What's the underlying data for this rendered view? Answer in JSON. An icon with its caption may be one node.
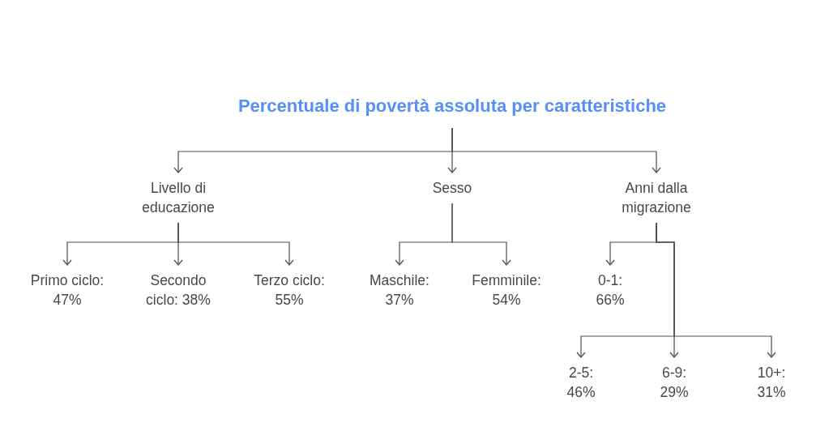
{
  "diagram": {
    "nodes": [
      {
        "text": [
          "Percentuale di povertà assoluta per caratteristiche"
        ]
      },
      {
        "text": [
          "Livello di educazione"
        ]
      },
      {
        "text": [
          "Sesso"
        ]
      },
      {
        "text": [
          "Anni dalla migrazione"
        ]
      },
      {
        "text": [
          "Primo ciclo: 47%"
        ]
      },
      {
        "text": [
          "Secondo ciclo: 38%"
        ]
      },
      {
        "text": [
          "Terzo ciclo: 55%"
        ]
      },
      {
        "text": [
          "Maschile: 37%"
        ]
      },
      {
        "text": [
          "Femminile: 54%"
        ]
      },
      {
        "text": [
          "0-1: 66%"
        ]
      },
      {
        "text": [
          "2-5: 46%"
        ]
      },
      {
        "text": [
          "6-9: 29%"
        ]
      },
      {
        "text": [
          "10+: 31%"
        ]
      }
    ],
    "edges": [
      {
        "from": 0,
        "to": 1,
        "arrow": "to"
      },
      {
        "from": 0,
        "to": 2,
        "arrow": "to"
      },
      {
        "from": 0,
        "to": 3,
        "arrow": "to"
      },
      {
        "from": 1,
        "to": 4,
        "arrow": "to"
      },
      {
        "from": 1,
        "to": 5,
        "arrow": "to"
      },
      {
        "from": 1,
        "to": 6,
        "arrow": "to"
      },
      {
        "from": 2,
        "to": 7,
        "arrow": "to"
      },
      {
        "from": 2,
        "to": 8,
        "arrow": "to"
      },
      {
        "from": 3,
        "to": 9,
        "arrow": "to"
      },
      {
        "from": 3,
        "to": 10,
        "arrow": "to"
      },
      {
        "from": 3,
        "to": 11,
        "arrow": "to"
      },
      {
        "from": 3,
        "to": 12,
        "arrow": "to"
      }
    ]
  }
}
